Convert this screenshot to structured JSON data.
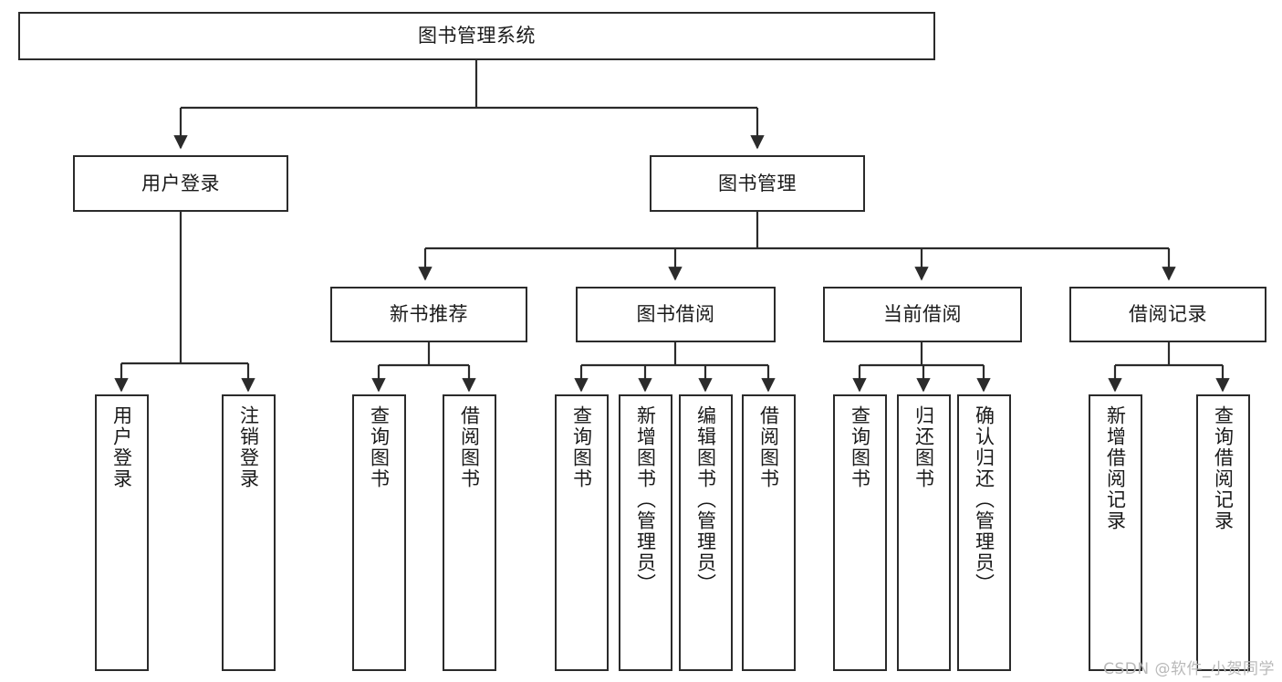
{
  "diagram": {
    "title": "图书管理系统",
    "type": "tree-hierarchy",
    "watermark": "CSDN @软件_小贺同学",
    "colors": {
      "stroke": "#2b2b2b",
      "fill": "#ffffff",
      "text": "#1a1a1a",
      "watermark": "#b9b9b9"
    }
  },
  "nodes": {
    "root": {
      "label": "图书管理系统"
    },
    "level2": [
      {
        "label": "用户登录"
      },
      {
        "label": "图书管理"
      }
    ],
    "level3": [
      {
        "label": "新书推荐"
      },
      {
        "label": "图书借阅"
      },
      {
        "label": "当前借阅"
      },
      {
        "label": "借阅记录"
      }
    ],
    "leaves_user_login": [
      {
        "label": "用户登录"
      },
      {
        "label": "注销登录"
      }
    ],
    "leaves_new_book": [
      {
        "label": "查询图书"
      },
      {
        "label": "借阅图书"
      }
    ],
    "leaves_borrow": [
      {
        "label": "查询图书"
      },
      {
        "label": "新增图书（管理员）"
      },
      {
        "label": "编辑图书（管理员）"
      },
      {
        "label": "借阅图书"
      }
    ],
    "leaves_current": [
      {
        "label": "查询图书"
      },
      {
        "label": "归还图书"
      },
      {
        "label": "确认归还（管理员）"
      }
    ],
    "leaves_record": [
      {
        "label": "新增借阅记录"
      },
      {
        "label": "查询借阅记录"
      }
    ]
  }
}
